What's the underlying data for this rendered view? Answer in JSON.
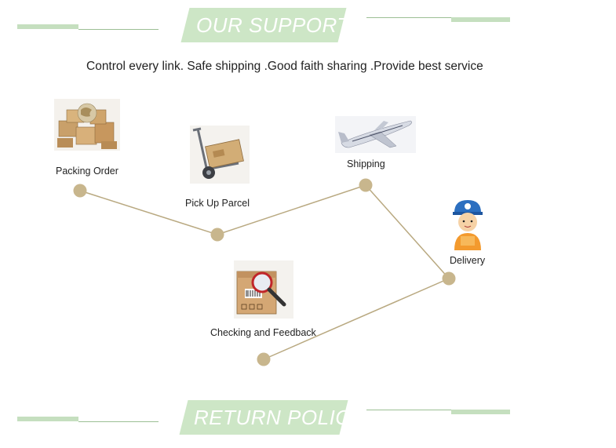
{
  "header_banner": {
    "title": "OUR SUPPORTS"
  },
  "tagline": "Control every link. Safe shipping .Good faith sharing .Provide best service",
  "steps": [
    {
      "label": "Packing Order",
      "icon": "boxes-globe-icon"
    },
    {
      "label": "Pick Up Parcel",
      "icon": "hand-truck-icon"
    },
    {
      "label": "Shipping",
      "icon": "airplane-icon"
    },
    {
      "label": "Delivery",
      "icon": "courier-icon"
    },
    {
      "label": "Checking and Feedback",
      "icon": "box-magnifier-icon"
    }
  ],
  "footer_banner": {
    "title": "RETURN POLICY"
  },
  "colors": {
    "banner_green": "#cde6c6",
    "route_line": "#b9a981",
    "node_fill": "#c8b68d"
  }
}
